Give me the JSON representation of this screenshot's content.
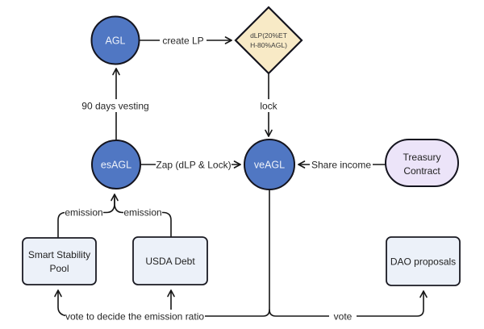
{
  "colors": {
    "background": "#ffffff",
    "token_circle_fill": "#5077C3",
    "diamond_fill": "#F8EAC6",
    "box_fill": "#ECF1F9",
    "treasury_fill": "#ECE4F9",
    "border": "#14141e",
    "edge_line": "#161616",
    "circle_text": "#eef2fa",
    "dark_text": "#262626"
  },
  "nodes": {
    "agl": {
      "label": "AGL"
    },
    "dlp_diamond": {
      "line1": "dLP(20%ET",
      "line2": "H-80%AGL)"
    },
    "esagl": {
      "label": "esAGL"
    },
    "veagl": {
      "label": "veAGL"
    },
    "treasury": {
      "line1": "Treasury",
      "line2": "Contract"
    },
    "smart_stability_pool": {
      "line1": "Smart Stability",
      "line2": "Pool"
    },
    "usda_debt": {
      "label": "USDA Debt"
    },
    "dao_proposals": {
      "label": "DAO proposals"
    }
  },
  "edge_labels": {
    "create_lp": "create LP",
    "vesting": "90 days vesting",
    "lock": "lock",
    "zap": "Zap (dLP & Lock)",
    "share_income": "Share income",
    "emission_left": "emission",
    "emission_right": "emission",
    "vote_ratio": "vote to decide the emission ratio",
    "vote": "vote"
  }
}
